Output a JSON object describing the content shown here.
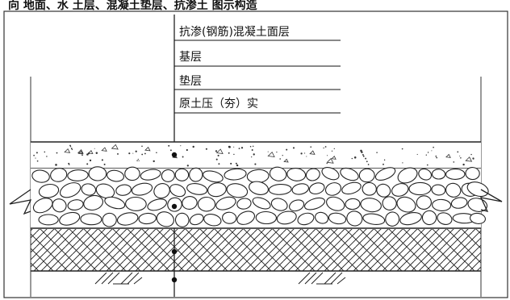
{
  "header": {
    "text": "向        地面、水                   土层、混凝土垫层、抗渗土 图示构造"
  },
  "labels": [
    {
      "id": "surface",
      "text": "抗渗(钢筋)混凝土面层"
    },
    {
      "id": "base",
      "text": "基层"
    },
    {
      "id": "cushion",
      "text": "垫层"
    },
    {
      "id": "soil",
      "text": "原土压（夯）实"
    }
  ]
}
